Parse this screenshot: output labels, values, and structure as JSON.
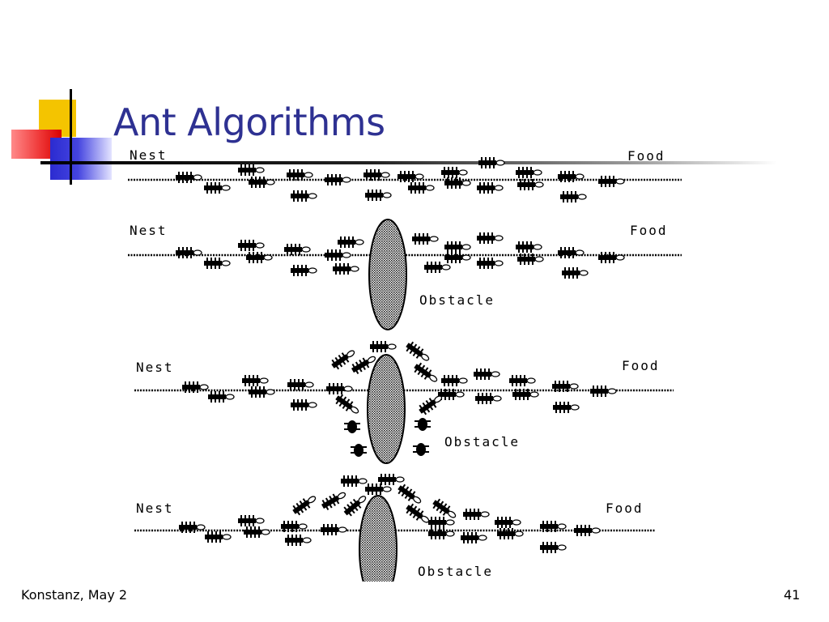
{
  "slide": {
    "title": "Ant Algorithms",
    "footer_left": "Konstanz, May 2",
    "page_number": "41"
  },
  "figure": {
    "panels": [
      {
        "nest": "Nest",
        "food": "Food",
        "obstacle": ""
      },
      {
        "nest": "Nest",
        "food": "Food",
        "obstacle": "Obstacle"
      },
      {
        "nest": "Nest",
        "food": "Food",
        "obstacle": "Obstacle"
      },
      {
        "nest": "Nest",
        "food": "Food",
        "obstacle": "Obstacle"
      }
    ]
  },
  "colors": {
    "title": "#2e3192",
    "accent_yellow": "#f4c400",
    "accent_red": "#e02020",
    "accent_blue": "#2b2bd0"
  }
}
